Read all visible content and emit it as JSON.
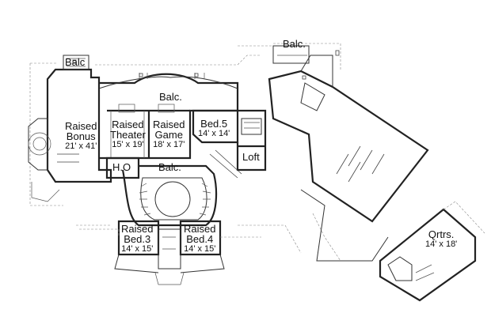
{
  "plan": {
    "labels": {
      "balc_top_left": "Balc",
      "balc_top_right": "Balc.",
      "balc_center": "Balc.",
      "balc_stair": "Balc.",
      "bonus_name": "Raised\nBonus",
      "bonus_dim": "21' x 41'",
      "theater_name": "Raised\nTheater",
      "theater_dim": "15' x 19'",
      "game_name": "Raised\nGame",
      "game_dim": "18' x 17'",
      "bed5_name": "Bed.5",
      "bed5_dim": "14' x 14'",
      "ho": "H.O",
      "loft": "Loft",
      "bed3_name": "Raised\nBed.3",
      "bed3_dim": "14' x 15'",
      "bed4_name": "Raised\nBed.4",
      "bed4_dim": "14' x 15'",
      "qrtrs_name": "Qrtrs.",
      "qrtrs_dim": "14' x 18'"
    }
  }
}
